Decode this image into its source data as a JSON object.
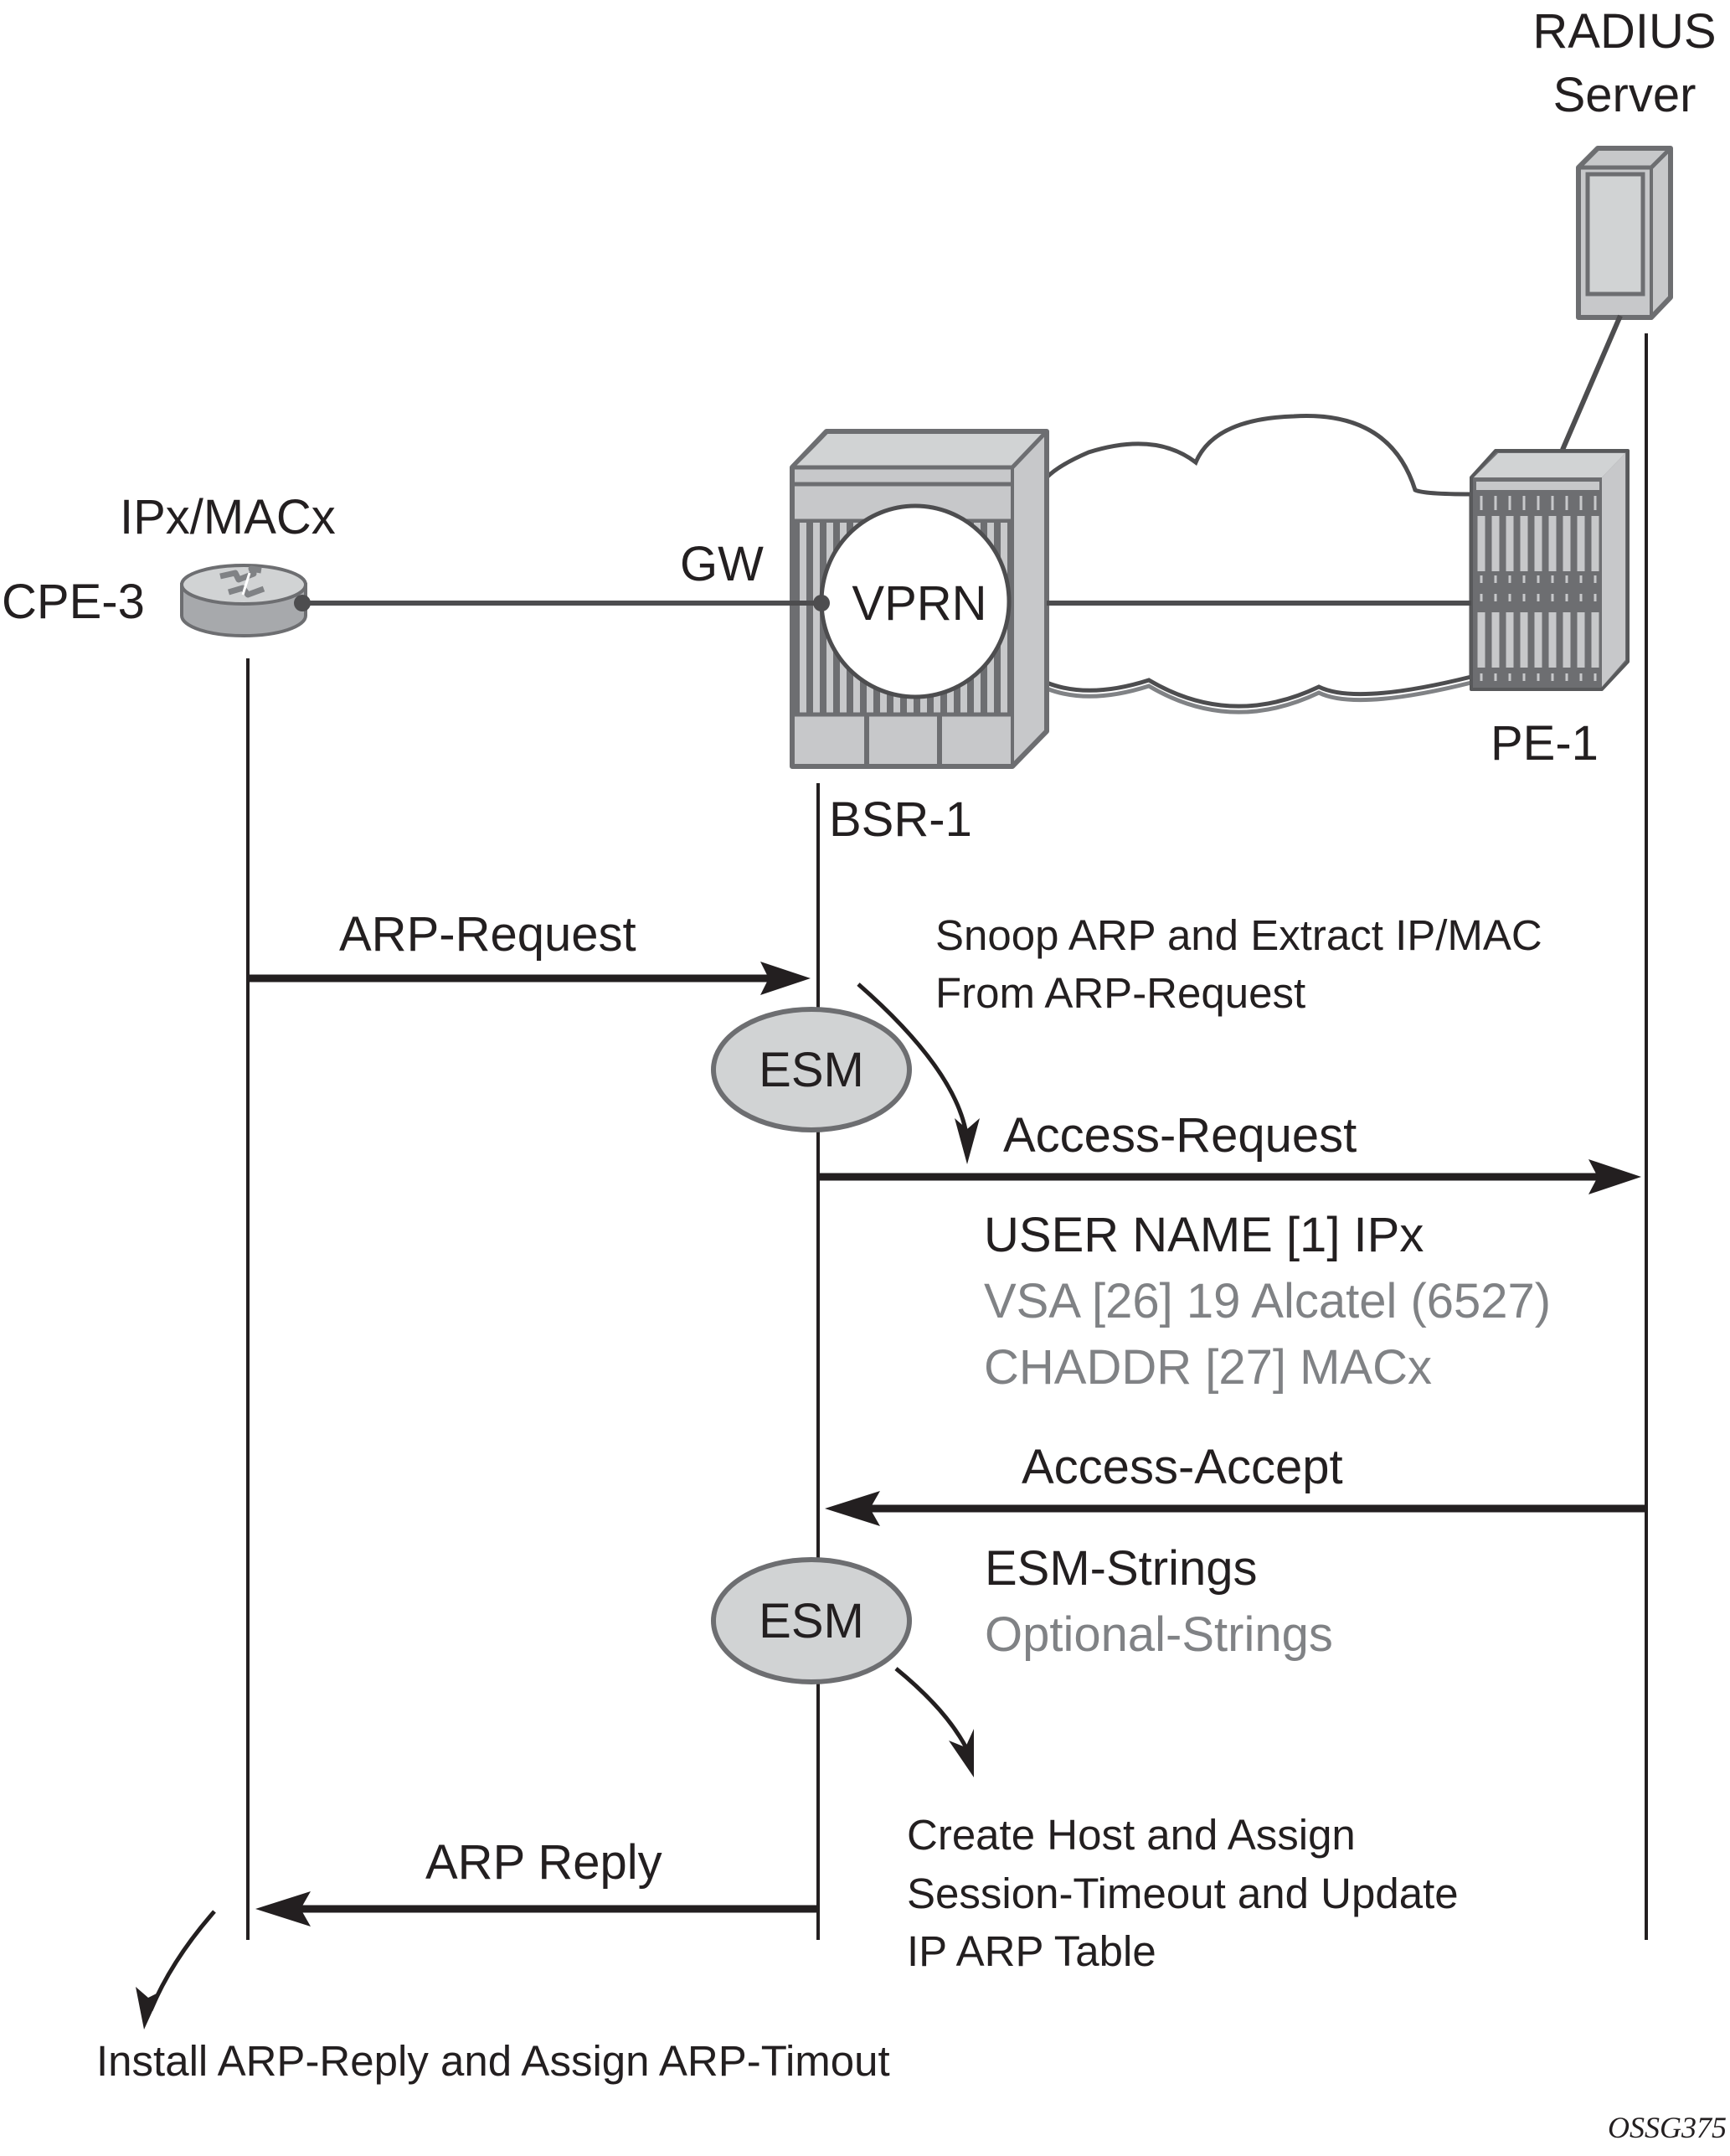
{
  "diagram": {
    "type": "sequence-diagram",
    "nodes": {
      "radius": {
        "label_line1": "RADIUS",
        "label_line2": "Server",
        "icon": "server-icon"
      },
      "cpe": {
        "label": "CPE-3",
        "address_label": "IPx/MACx",
        "icon": "router-icon"
      },
      "bsr": {
        "label": "BSR-1",
        "gw_label": "GW",
        "vprn_label": "VPRN",
        "icon": "chassis-icon"
      },
      "pe": {
        "label": "PE-1",
        "icon": "chassis-icon"
      },
      "cloud": {
        "icon": "cloud-icon"
      }
    },
    "esm_label": "ESM",
    "messages": [
      {
        "id": "arp-request",
        "label": "ARP-Request",
        "from": "CPE-3",
        "to": "BSR-1"
      },
      {
        "id": "access-request",
        "label": "Access-Request",
        "from": "BSR-1",
        "to": "RADIUS Server",
        "attributes": [
          {
            "text": "USER NAME [1] IPx",
            "style": "required"
          },
          {
            "text": "VSA [26] 19 Alcatel (6527)",
            "style": "optional"
          },
          {
            "text": "CHADDR [27] MACx",
            "style": "optional"
          }
        ]
      },
      {
        "id": "access-accept",
        "label": "Access-Accept",
        "from": "RADIUS Server",
        "to": "BSR-1",
        "attributes": [
          {
            "text": "ESM-Strings",
            "style": "required"
          },
          {
            "text": "Optional-Strings",
            "style": "optional"
          }
        ]
      },
      {
        "id": "arp-reply",
        "label": "ARP Reply",
        "from": "BSR-1",
        "to": "CPE-3"
      }
    ],
    "notes": {
      "snoop": [
        "Snoop ARP and Extract IP/MAC",
        "From ARP-Request"
      ],
      "create_host": [
        "Create Host and Assign",
        "Session-Timeout and Update",
        "IP ARP Table"
      ],
      "install": "Install ARP-Reply and Assign ARP-Timout"
    },
    "figure_id": "OSSG375",
    "colors": {
      "text": "#231f20",
      "optional_text": "#808285",
      "device_fill": "#c7c8ca",
      "device_stroke": "#6d6e71",
      "esm_fill": "#d1d3d4"
    }
  }
}
